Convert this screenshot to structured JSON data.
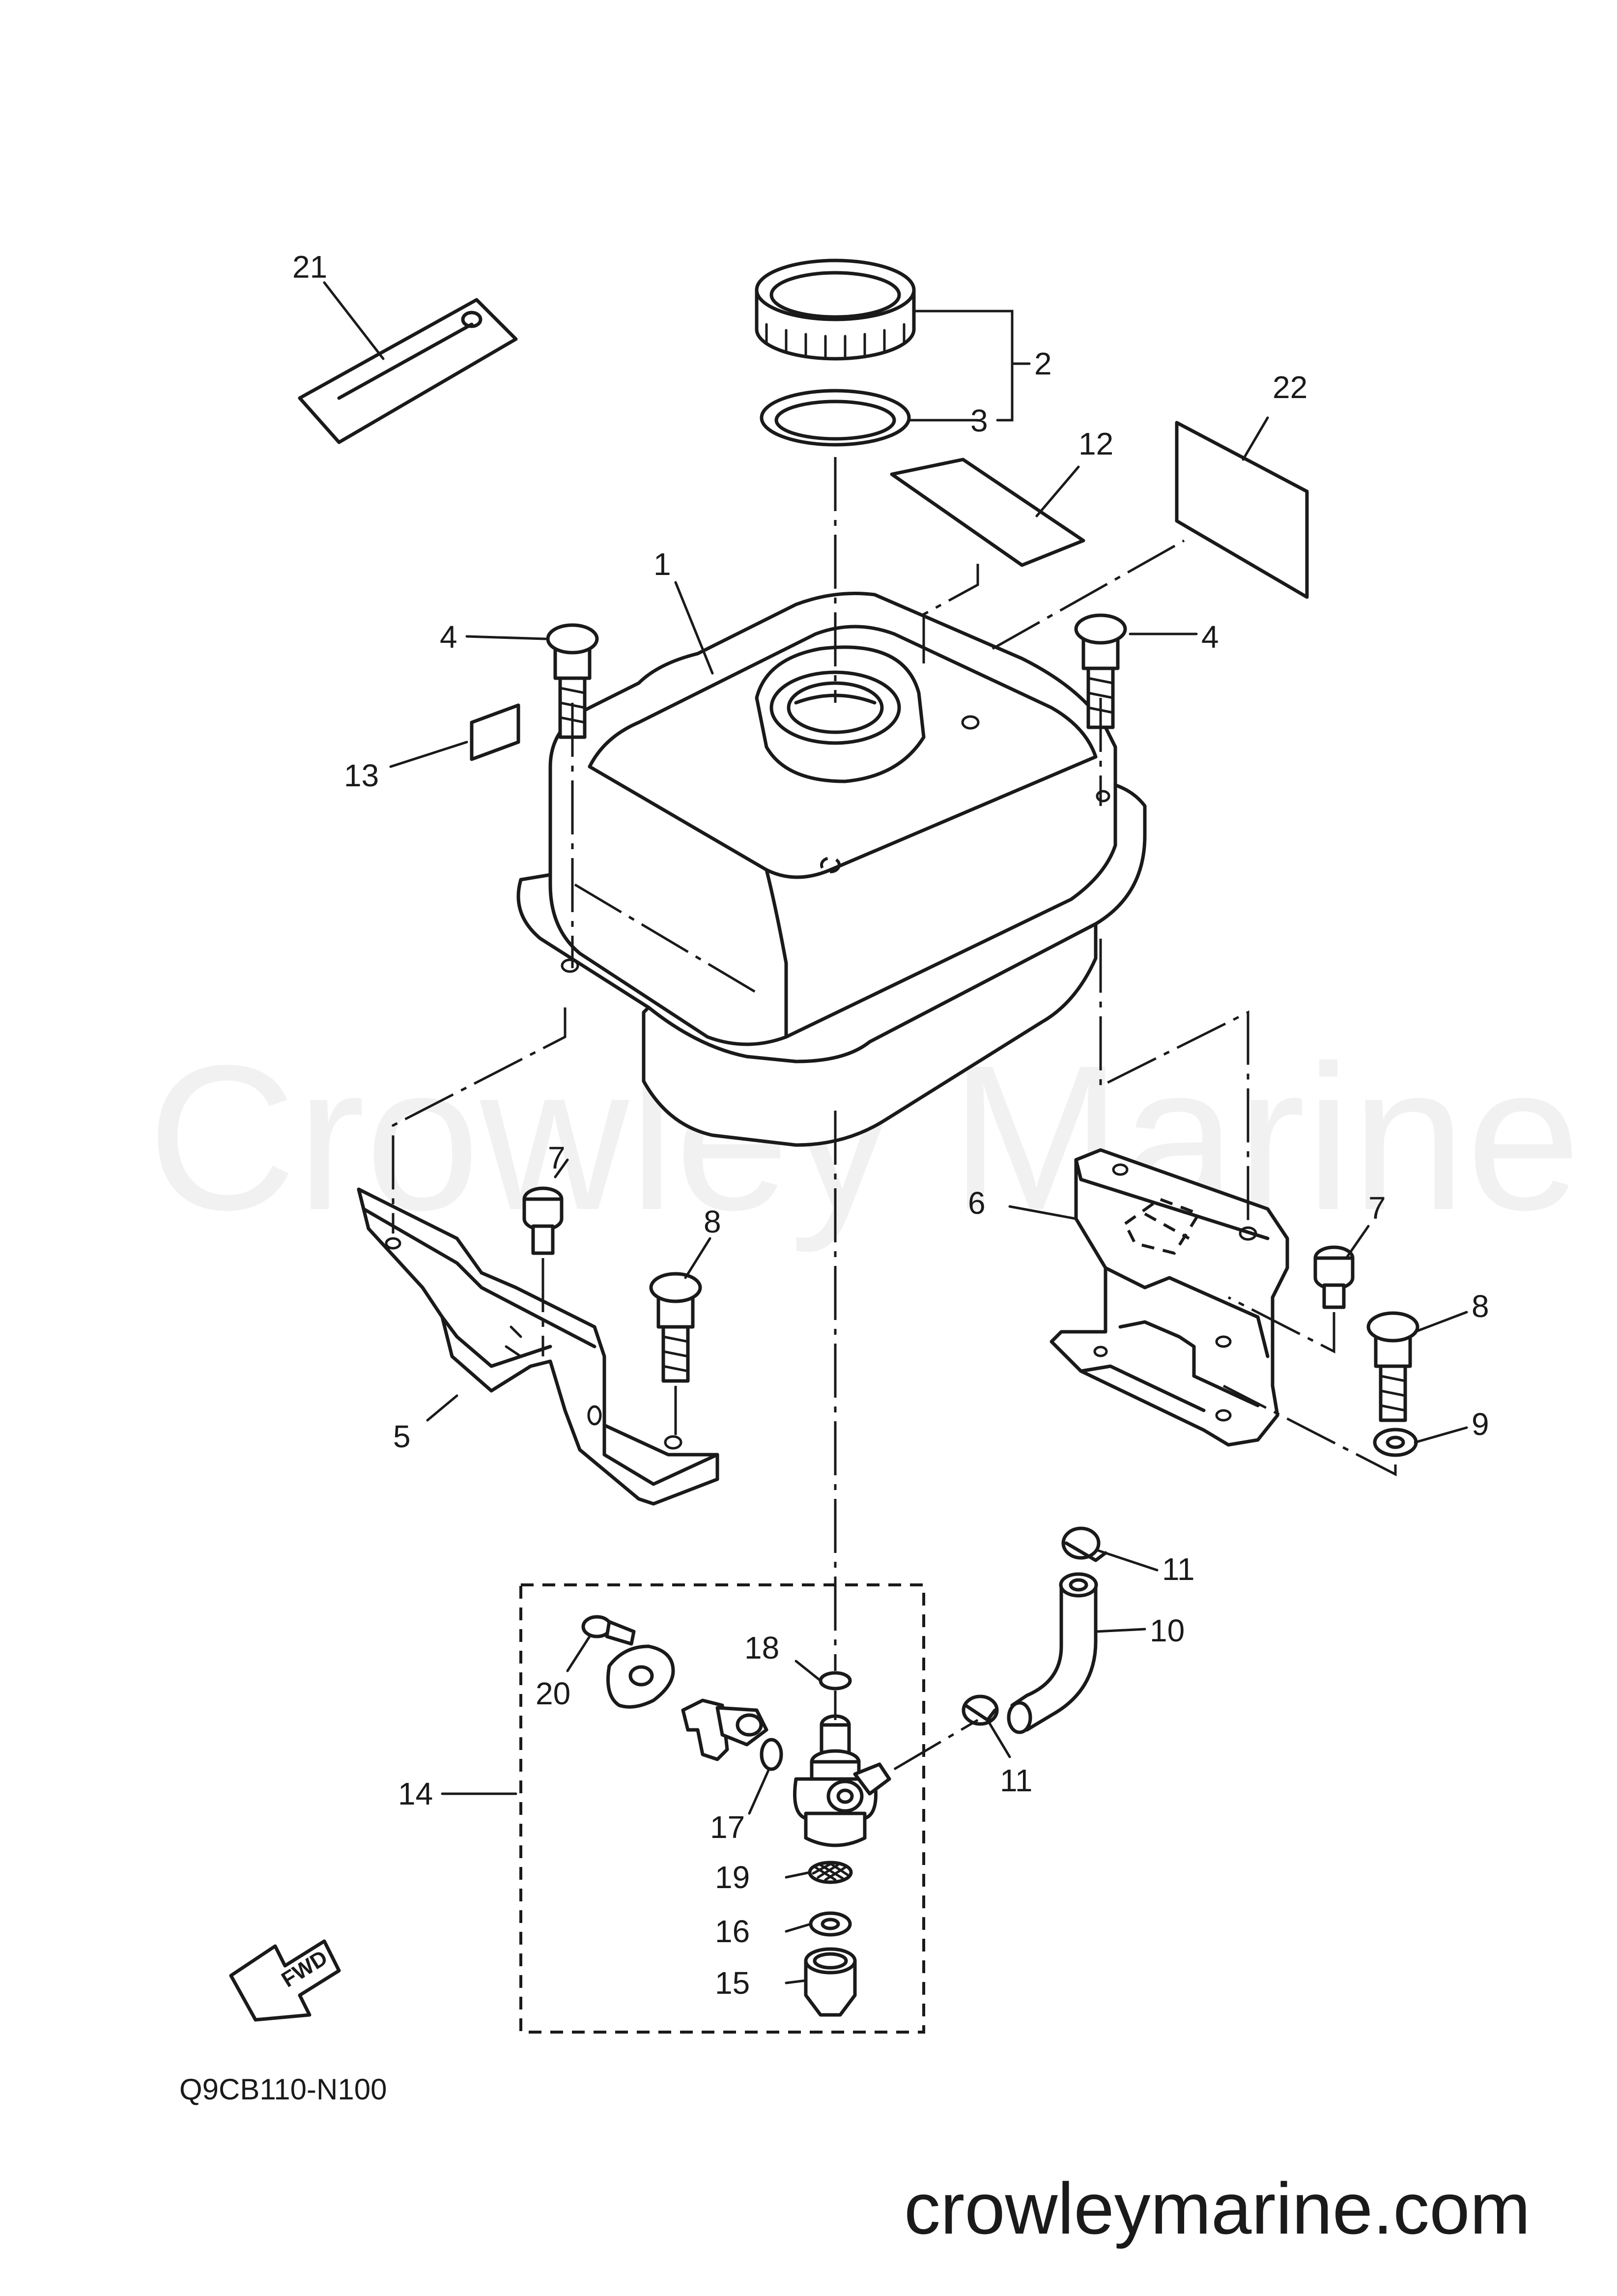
{
  "callouts": [
    "1",
    "2",
    "3",
    "4",
    "4",
    "5",
    "6",
    "7",
    "7",
    "8",
    "8",
    "9",
    "10",
    "11",
    "11",
    "12",
    "13",
    "14",
    "15",
    "16",
    "17",
    "18",
    "19",
    "20",
    "21",
    "22"
  ],
  "diagram_code": "Q9CB110-N100",
  "watermark": "Crowley Marine",
  "website": "crowleymarine.com",
  "fwd_label": "FWD"
}
